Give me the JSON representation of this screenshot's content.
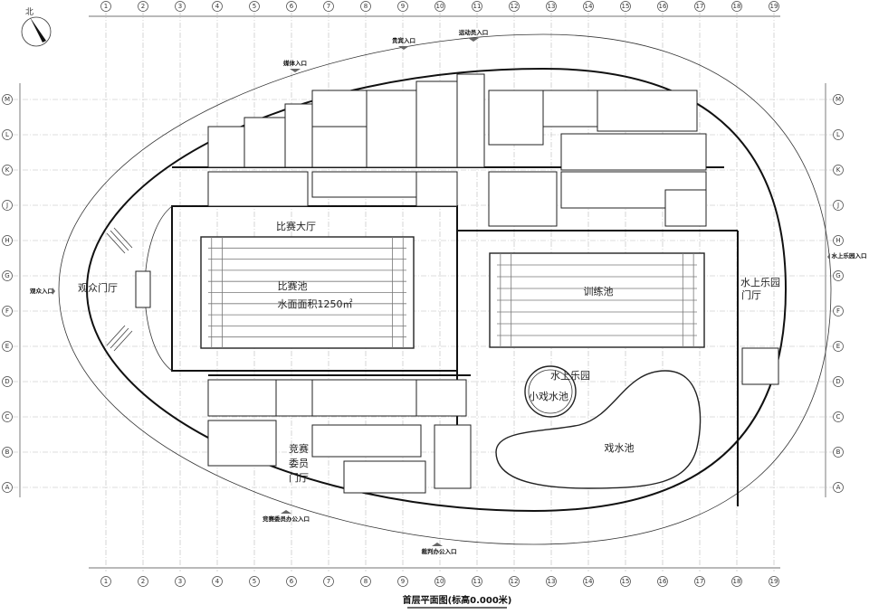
{
  "drawing": {
    "title": "首层平面图(标高0.000米)",
    "north_label": "北",
    "columns": [
      "1",
      "2",
      "3",
      "4",
      "5",
      "6",
      "7",
      "8",
      "9",
      "10",
      "11",
      "12",
      "13",
      "14",
      "15",
      "16",
      "17",
      "18",
      "19"
    ],
    "rows": [
      "M",
      "L",
      "K",
      "J",
      "H",
      "G",
      "F",
      "E",
      "D",
      "C",
      "B",
      "A"
    ]
  },
  "spaces": {
    "competition_hall": "比赛大厅",
    "competition_pool": "比赛池",
    "pool_area": "水面面积1250㎡",
    "audience_lobby": "观众门厅",
    "training_pool": "训练池",
    "waterpark_lobby_1": "水上乐园",
    "waterpark_lobby_2": "门厅",
    "waterpark": "水上乐园",
    "small_splash_pool": "小戏水池",
    "splash_pool": "戏水池",
    "committee_lobby_1": "竞赛",
    "committee_lobby_2": "委员",
    "committee_lobby_3": "门厅"
  },
  "pools": {
    "competition_lanes": 10,
    "training_lanes": 8
  },
  "entrances": {
    "media": "媒体入口",
    "vip": "贵宾入口",
    "athletes": "运动员入口",
    "audience": "观众入口",
    "waterpark": "水上乐园入口",
    "committee_office": "竞赛委员办公入口",
    "referee_office": "裁判办公入口"
  }
}
